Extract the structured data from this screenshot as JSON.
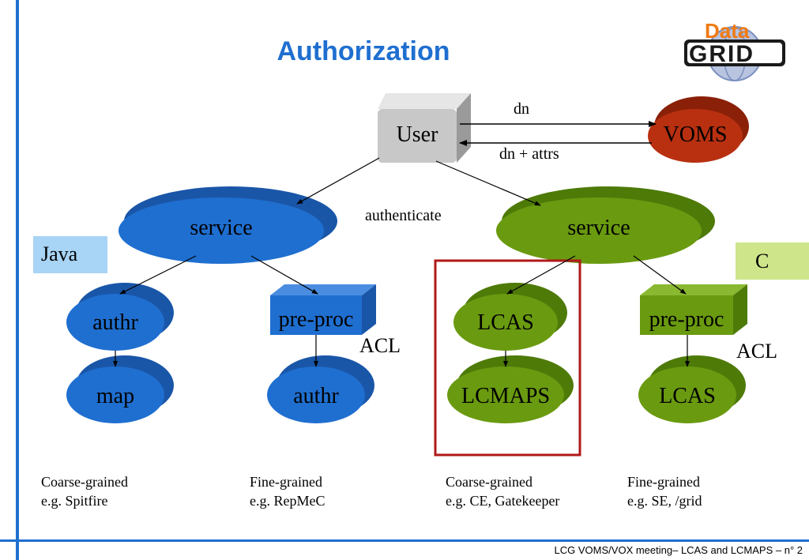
{
  "title": "Authorization",
  "logo": {
    "top_text": "Data",
    "main_text": "GRID",
    "colors": {
      "data": "#f07a12",
      "grid": "#1a1a1a",
      "globe": "#7a8fc0"
    }
  },
  "nodes": {
    "user": "User",
    "voms": "VOMS",
    "service_left": "service",
    "service_right": "service",
    "authr_left": "authr",
    "map_left": "map",
    "preproc_left": "pre-proc",
    "authr_mid": "authr",
    "lcas_main": "LCAS",
    "lcmaps": "LCMAPS",
    "preproc_right": "pre-proc",
    "lcas_right": "LCAS"
  },
  "edge_labels": {
    "dn": "dn",
    "dn_attrs": "dn + attrs",
    "authenticate": "authenticate",
    "acl_left": "ACL",
    "acl_right": "ACL"
  },
  "lang_boxes": {
    "java": "Java",
    "c": "C"
  },
  "notes": [
    {
      "line1": "Coarse-grained",
      "line2": "e.g. Spitfire"
    },
    {
      "line1": "Fine-grained",
      "line2": "e.g. RepMeC"
    },
    {
      "line1": "Coarse-grained",
      "line2": "e.g. CE, Gatekeeper"
    },
    {
      "line1": "Fine-grained",
      "line2": "e.g. SE, /grid"
    }
  ],
  "footer": "LCG VOMS/VOX meeting– LCAS and LCMAPS –  n° 2",
  "colors": {
    "blue_node": "#1f6fd0",
    "green_node": "#6a9a10",
    "voms_red": "#b83010",
    "user_gray": "#c8c8c8",
    "highlight_red": "#b01818",
    "java_bg": "#a8d4f5",
    "c_bg": "#cfe58a",
    "accent_line": "#1f6fd0"
  }
}
